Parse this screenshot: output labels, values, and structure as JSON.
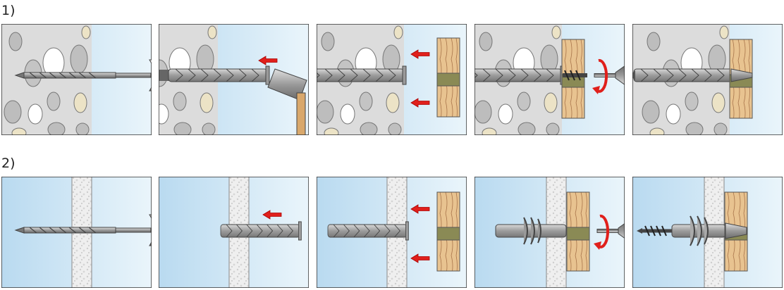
{
  "rows": [
    {
      "label": "1)",
      "wall": "solid-masonry",
      "steps": [
        "drill-hole",
        "insert-plug",
        "position-fixture",
        "screw-in",
        "finished-fixing"
      ]
    },
    {
      "label": "2)",
      "wall": "hollow-board",
      "steps": [
        "drill-hole",
        "insert-plug",
        "position-fixture",
        "screw-in",
        "finished-fixing"
      ]
    }
  ],
  "colors": {
    "sky": "#cfe6f4",
    "masonry": "#dcdcdc",
    "stone": "#bdbdbd",
    "stone_warm": "#ece3c6",
    "board": "#eeeeee",
    "wood": "#e7c28f",
    "plug": "#a9a9a9",
    "steel": "#8f8f8f",
    "arrow": "#e0201c",
    "washer": "#8a8a55"
  },
  "icons": [
    "drill-bit-icon",
    "hammer-icon",
    "wall-plug-icon",
    "screw-icon",
    "push-arrow-icon",
    "rotation-arrow-icon",
    "wood-fixture-icon"
  ]
}
